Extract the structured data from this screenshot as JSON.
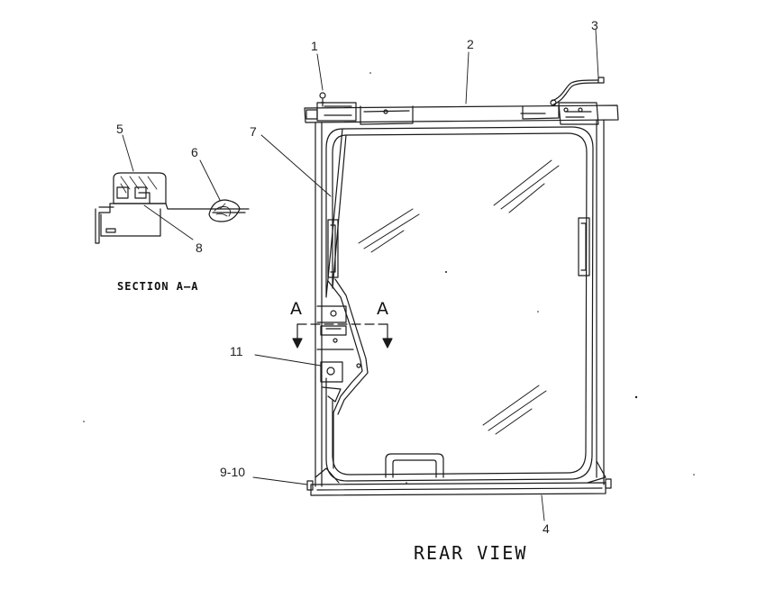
{
  "callouts": {
    "c1": "1",
    "c2": "2",
    "c3": "3",
    "c4": "4",
    "c5": "5",
    "c6": "6",
    "c7": "7",
    "c8": "8",
    "c9_10": "9-10",
    "c11": "11"
  },
  "section_marker": {
    "left": "A",
    "right": "A"
  },
  "section_title": "SECTION A–A",
  "view_title": "REAR VIEW",
  "colors": {
    "line": "#1a1a1a",
    "background": "#ffffff"
  }
}
